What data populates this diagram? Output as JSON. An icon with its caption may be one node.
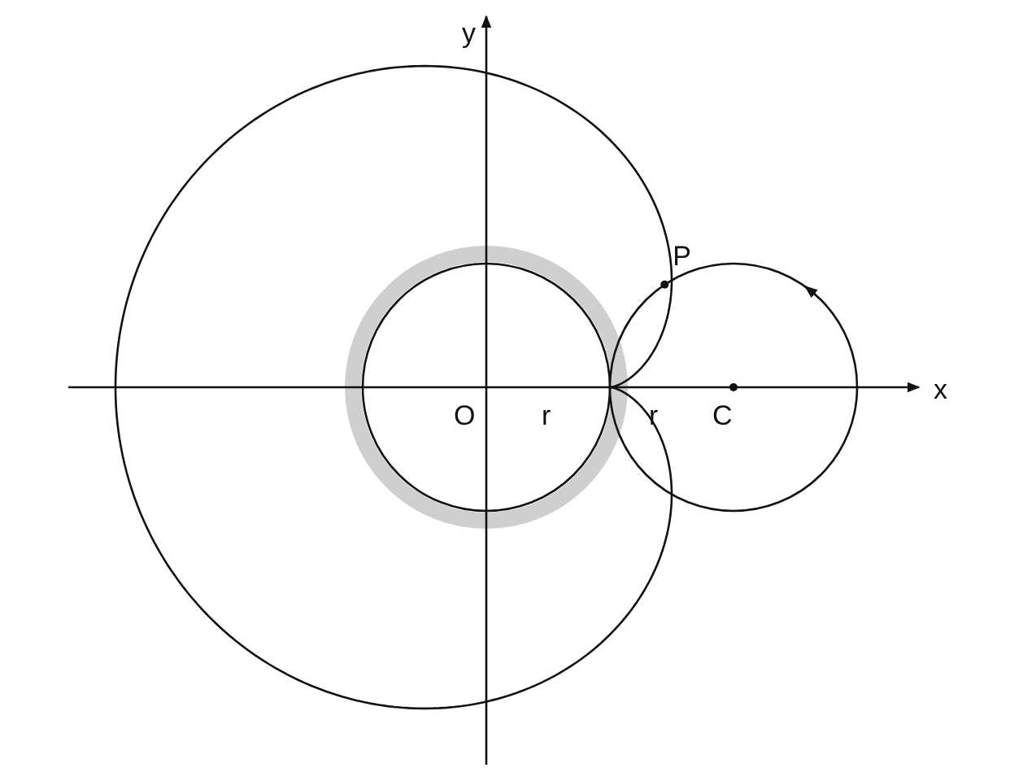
{
  "diagram": {
    "labels": [
      "y",
      "P",
      "O",
      "r",
      "r",
      "C",
      "x"
    ]
  }
}
